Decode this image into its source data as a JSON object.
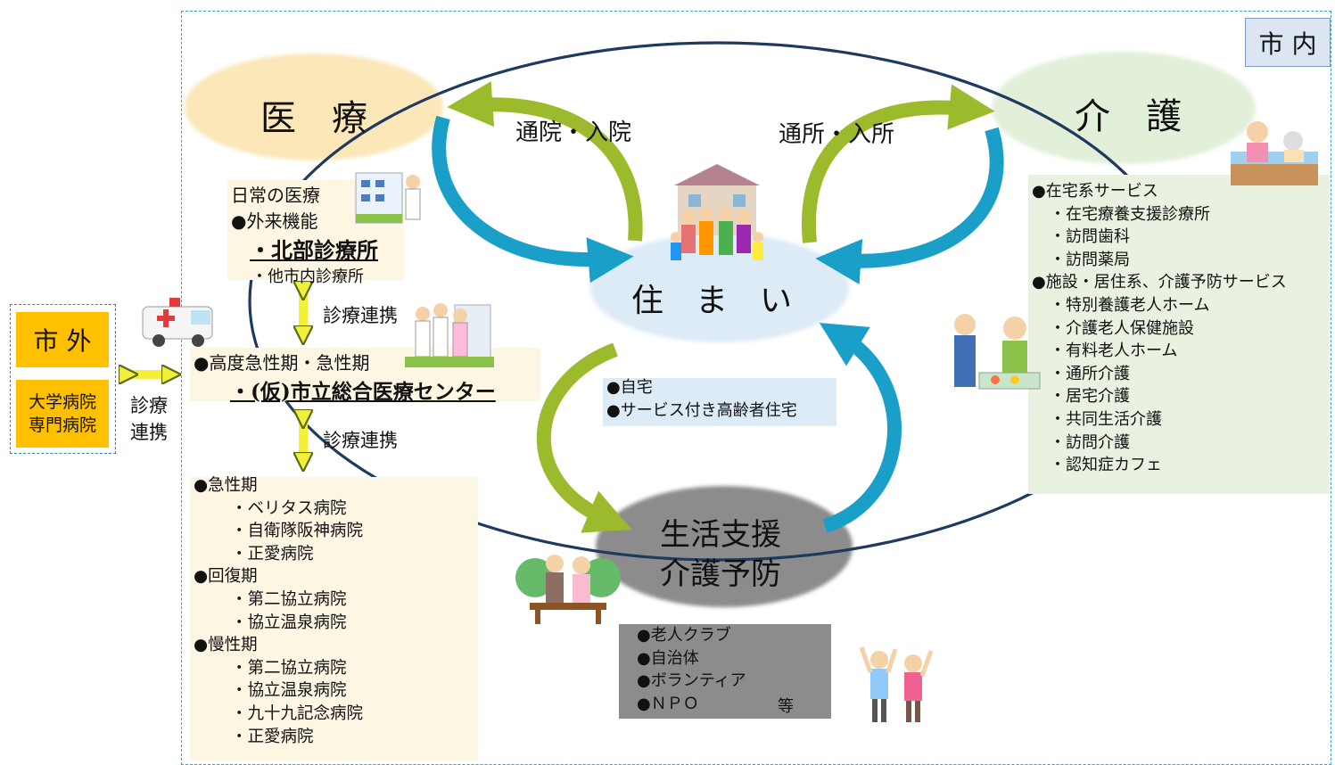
{
  "labels": {
    "city_inside": "市 内",
    "city_outside": "市 外",
    "outside_hospitals": [
      "大学病院",
      "専門病院"
    ],
    "outside_link": [
      "診療",
      "連携"
    ],
    "medical": "医　療",
    "care": "介　護",
    "housing": "住　ま　い",
    "living_support": [
      "生活支援",
      "介護予防"
    ],
    "arrow_hospital": "通院・入院",
    "arrow_facility": "通所・入所"
  },
  "medical": {
    "daily_title": "日常の医療",
    "outpatient": "●外来機能",
    "north_clinic": "・北部診療所",
    "other_clinics": "・他市内診療所",
    "link1": "診療連携",
    "acute_title": "●高度急性期・急性期",
    "center": "・(仮)市立総合医療センター",
    "link2": "診療連携",
    "phases": [
      {
        "title": "●急性期",
        "items": [
          "・ベリタス病院",
          "・自衛隊阪神病院",
          "・正愛病院"
        ]
      },
      {
        "title": "●回復期",
        "items": [
          "・第二協立病院",
          "・協立温泉病院"
        ]
      },
      {
        "title": "●慢性期",
        "items": [
          "・第二協立病院",
          "・協立温泉病院",
          "・九十九記念病院",
          "・正愛病院"
        ]
      }
    ]
  },
  "care": {
    "home_title": "●在宅系サービス",
    "home_items": [
      "・在宅療養支援診療所",
      "・訪問歯科",
      "・訪問薬局"
    ],
    "facility_title": "●施設・居住系、介護予防サービス",
    "facility_items": [
      "・特別養護老人ホーム",
      "・介護老人保健施設",
      "・有料老人ホーム",
      "・通所介護",
      "・居宅介護",
      "・共同生活介護",
      "・訪問介護",
      "・認知症カフェ"
    ]
  },
  "housing": {
    "items": [
      "●自宅",
      "●サービス付き高齢者住宅"
    ]
  },
  "support": {
    "items": [
      "●老人クラブ",
      "●自治体",
      "●ボランティア",
      "●ＮＰＯ"
    ],
    "etc": "等"
  },
  "colors": {
    "city_border": "#3a9fc4",
    "outside_box": "#ffc000",
    "medical_bubble": "#fbe7b8",
    "care_bubble": "#e2efd9",
    "housing_bubble": "#ddebf7",
    "support_bubble": "#8c8c8c",
    "green_arrow": "#9bbb2d",
    "blue_arrow": "#1aa0c8",
    "ring": "#1f3a5f",
    "link_arrow": "#f3f03a"
  },
  "icons": [
    "ambulance-icon",
    "clinic-building-icon",
    "medical-staff-icon",
    "family-house-icon",
    "caregiver-bed-icon",
    "meal-assist-icon",
    "elderly-couple-icon",
    "exercise-seniors-icon"
  ]
}
